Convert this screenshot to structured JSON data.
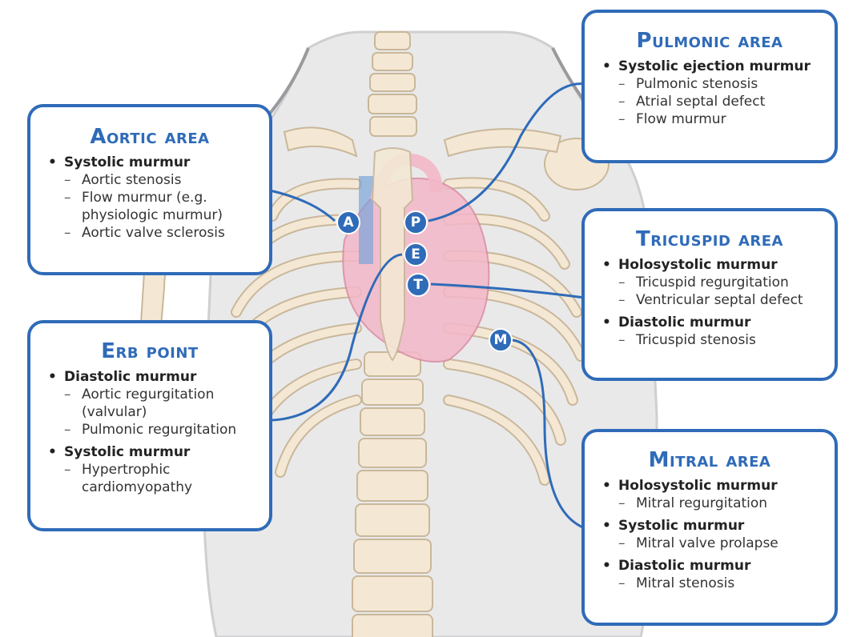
{
  "colors": {
    "accent": "#2f6bb8",
    "bone": "#f4e8d4",
    "bone_outline": "#c9b79a",
    "heart": "#f3b7c8",
    "vessel": "#7aa4d8"
  },
  "markers": {
    "aortic": "A",
    "pulmonic": "P",
    "erb": "E",
    "tricuspid": "T",
    "mitral": "M"
  },
  "boxes": {
    "aortic": {
      "title": "Aortic area",
      "items": [
        {
          "kind": "head",
          "text": "Systolic murmur"
        },
        {
          "kind": "sub",
          "text": "Aortic stenosis"
        },
        {
          "kind": "sub",
          "text": "Flow murmur (e.g. physiologic murmur)"
        },
        {
          "kind": "sub",
          "text": "Aortic valve sclerosis"
        }
      ]
    },
    "pulmonic": {
      "title": "Pulmonic area",
      "items": [
        {
          "kind": "head",
          "text": "Systolic ejection murmur"
        },
        {
          "kind": "sub",
          "text": "Pulmonic stenosis"
        },
        {
          "kind": "sub",
          "text": "Atrial septal defect"
        },
        {
          "kind": "sub",
          "text": "Flow murmur"
        }
      ]
    },
    "erb": {
      "title": "Erb point",
      "items": [
        {
          "kind": "head",
          "text": "Diastolic murmur"
        },
        {
          "kind": "sub",
          "text": "Aortic regurgitation (valvular)"
        },
        {
          "kind": "sub",
          "text": "Pulmonic regurgitation"
        },
        {
          "kind": "head",
          "text": "Systolic murmur"
        },
        {
          "kind": "sub",
          "text": "Hypertrophic cardiomyopathy"
        }
      ]
    },
    "tricuspid": {
      "title": "Tricuspid area",
      "items": [
        {
          "kind": "head",
          "text": "Holosystolic murmur"
        },
        {
          "kind": "sub",
          "text": "Tricuspid regurgitation"
        },
        {
          "kind": "sub",
          "text": "Ventricular septal defect"
        },
        {
          "kind": "head",
          "text": "Diastolic murmur"
        },
        {
          "kind": "sub",
          "text": "Tricuspid stenosis"
        }
      ]
    },
    "mitral": {
      "title": "Mitral area",
      "items": [
        {
          "kind": "head",
          "text": "Holosystolic murmur"
        },
        {
          "kind": "sub",
          "text": "Mitral regurgitation"
        },
        {
          "kind": "head",
          "text": "Systolic murmur"
        },
        {
          "kind": "sub",
          "text": "Mitral valve prolapse"
        },
        {
          "kind": "head",
          "text": "Diastolic murmur"
        },
        {
          "kind": "sub",
          "text": "Mitral stenosis"
        }
      ]
    }
  }
}
